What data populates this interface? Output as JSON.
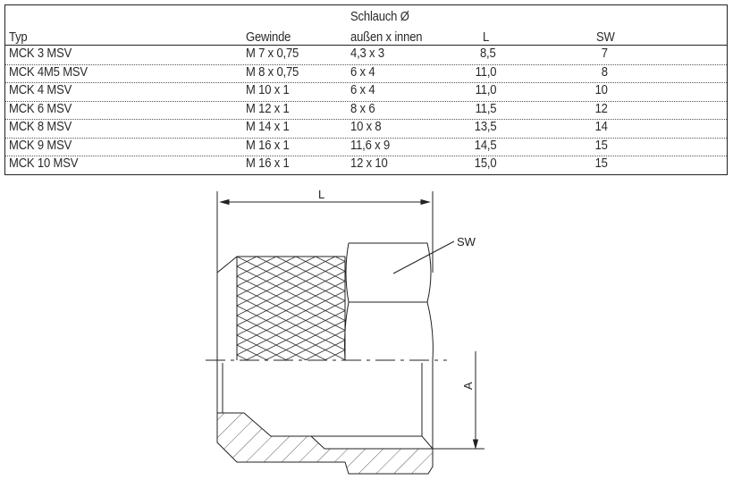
{
  "table": {
    "headers": {
      "typ": "Typ",
      "gewinde": "Gewinde",
      "schlauch_line1": "Schlauch Ø",
      "schlauch_line2": "außen x innen",
      "l": "L",
      "sw": "SW"
    },
    "rows": [
      {
        "typ": "MCK 3 MSV",
        "gewinde": "M 7 x 0,75",
        "schlauch": "4,3 x 3",
        "l": "8,5",
        "sw": "7"
      },
      {
        "typ": "MCK 4M5 MSV",
        "gewinde": "M 8 x 0,75",
        "schlauch": "6 x 4",
        "l": "11,0",
        "sw": "8"
      },
      {
        "typ": "MCK 4 MSV",
        "gewinde": "M 10 x 1",
        "schlauch": "6 x 4",
        "l": "11,0",
        "sw": "10"
      },
      {
        "typ": "MCK 6 MSV",
        "gewinde": "M 12 x 1",
        "schlauch": "8 x 6",
        "l": "11,5",
        "sw": "12"
      },
      {
        "typ": "MCK 8 MSV",
        "gewinde": "M 14 x 1",
        "schlauch": "10 x 8",
        "l": "13,5",
        "sw": "14"
      },
      {
        "typ": "MCK 9 MSV",
        "gewinde": "M 16 x 1",
        "schlauch": "11,6 x 9",
        "l": "14,5",
        "sw": "15"
      },
      {
        "typ": "MCK 10 MSV",
        "gewinde": "M 16 x 1",
        "schlauch": "12 x 10",
        "l": "15,0",
        "sw": "15"
      }
    ]
  },
  "drawing": {
    "label_l": "L",
    "label_sw": "SW",
    "label_a": "A"
  }
}
